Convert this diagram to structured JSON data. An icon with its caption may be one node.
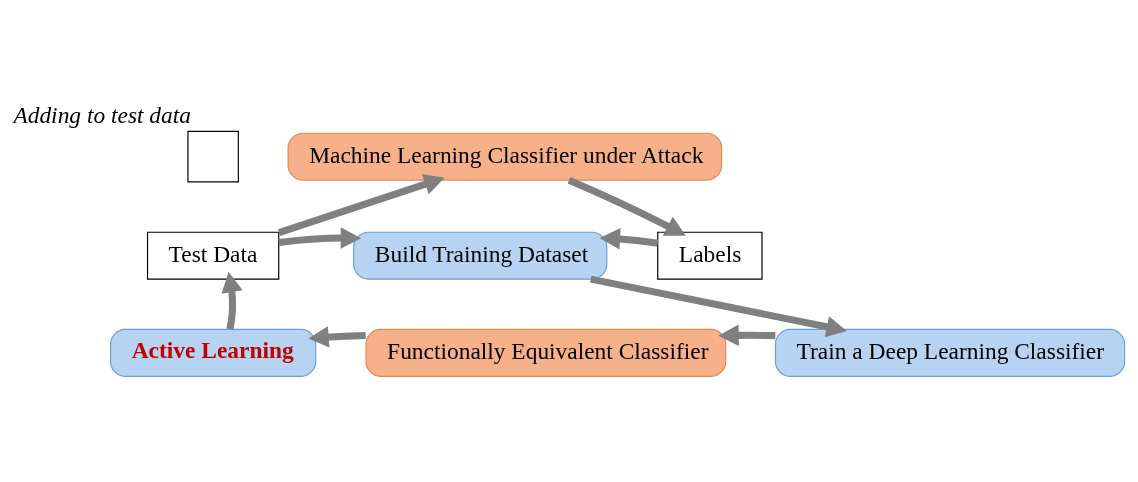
{
  "diagram": {
    "nodes": [
      {
        "text": [
          "Machine Learning Classifier under Attack"
        ]
      },
      {
        "text": [],
        "shape": "box",
        "beside": [
          "Adding to test data"
        ]
      },
      {
        "text": [
          "Test Data"
        ]
      },
      {
        "text": [
          "Build Training Dataset"
        ]
      },
      {
        "text": [
          "Labels"
        ]
      },
      {
        "text": [
          "Active Learning"
        ]
      },
      {
        "text": [
          "Train a Deep Learning Classifier"
        ]
      },
      {
        "text": [
          "Functionally Equivalent Classifier"
        ]
      }
    ],
    "edges": [
      {
        "from": 2,
        "to": 0,
        "arrow": "to"
      },
      {
        "from": 0,
        "to": 4,
        "arrow": "to"
      },
      {
        "from": 4,
        "to": 3,
        "arrow": "to"
      },
      {
        "from": 2,
        "to": 3,
        "arrow": "to"
      },
      {
        "from": 3,
        "to": 6,
        "arrow": "to"
      },
      {
        "from": 6,
        "to": 7,
        "arrow": "to"
      },
      {
        "from": 7,
        "to": 5,
        "arrow": "to"
      },
      {
        "from": 5,
        "to": 2,
        "arrow": "to"
      }
    ]
  }
}
